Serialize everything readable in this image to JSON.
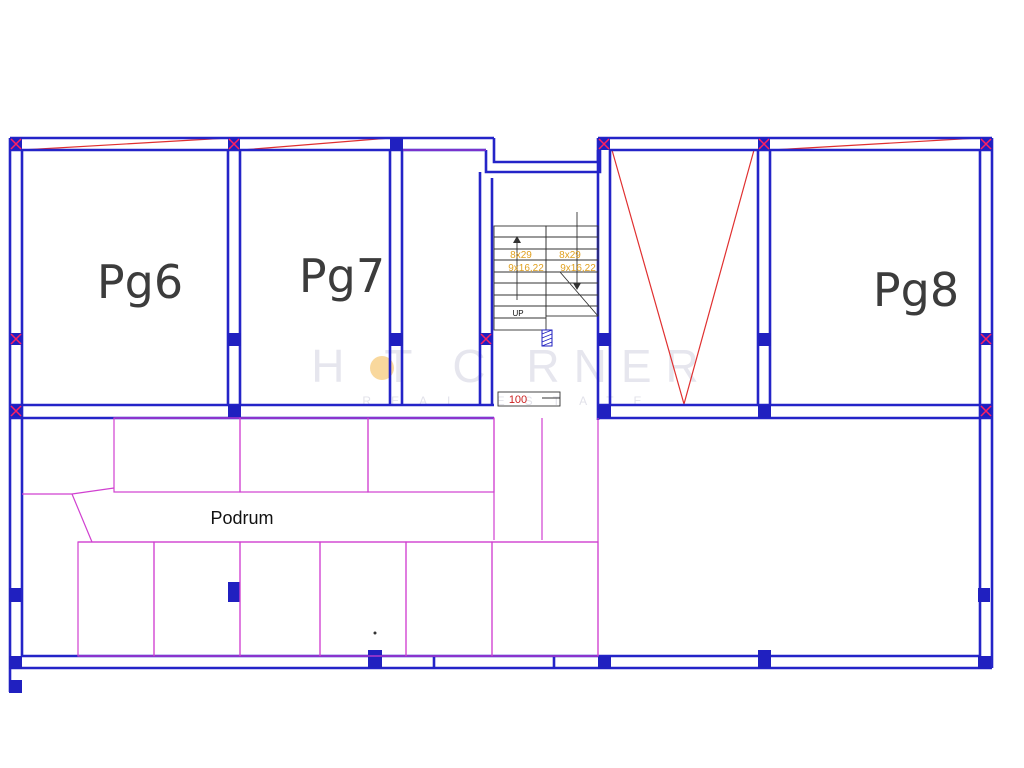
{
  "colors": {
    "wall": "#2020c8",
    "wall_dark": "#1010a0",
    "partition": "#d040d0",
    "diagonal": "#e03030",
    "column_x": "#e02060",
    "stair_text": "#e0a020",
    "stair_line": "#333333",
    "watermark": "#e8e8f0",
    "watermark_sun": "#f5c060"
  },
  "rooms": {
    "pg6": "Pg6",
    "pg7": "Pg7",
    "pg8": "Pg8",
    "podrum": "Podrum"
  },
  "stairs": {
    "left_line1": "8x29",
    "left_line2": "9x16,22",
    "right_line1": "8x29",
    "right_line2": "9x16,22",
    "up_label": "UP",
    "landing_label": "100"
  },
  "watermark": {
    "brand": "H T C RNER",
    "tagline": "REAL ESTATE"
  }
}
